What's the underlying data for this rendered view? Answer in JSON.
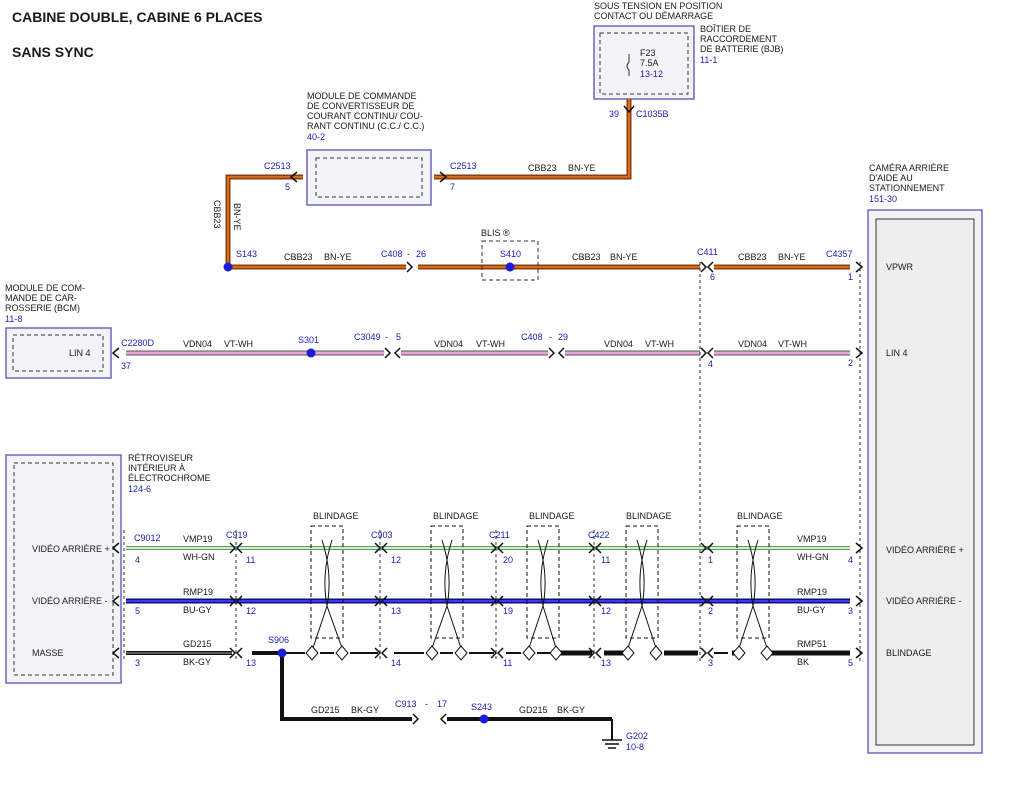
{
  "titles": {
    "line1": "CABINE DOUBLE, CABINE 6  PLACES",
    "line2": "SANS SYNC"
  },
  "bjb": {
    "power_l1": "SOUS TENSION EN POSITION",
    "power_l2": "CONTACT OU DÉMARRAGE",
    "name_l1": "BOÎTIER DE",
    "name_l2": "RACCORDEMENT",
    "name_l3": "DE BATTERIE (BJB)",
    "ref": "11-1",
    "fuse": "F23",
    "rating": "7.5A",
    "fuse_ref": "13-12",
    "pin": "39",
    "connector": "C1035B"
  },
  "dcdc": {
    "l1": "MODULE DE COMMANDE",
    "l2": "DE CONVERTISSEUR DE",
    "l3": "COURANT CONTINU/ COU-",
    "l4": "RANT CONTINU (C.C./ C.C.)",
    "ref": "40-2",
    "left_conn": "C2513",
    "left_pin": "5",
    "right_conn": "C2513",
    "right_pin": "7"
  },
  "bcm": {
    "l1": "MODULE DE COM-",
    "l2": "MANDE DE CAR-",
    "l3": "ROSSERIE (BCM)",
    "ref": "11-8",
    "pin_label": "LIN 4",
    "conn": "C2280D",
    "pin": "37"
  },
  "mirror": {
    "l1": "RÉTROVISEUR",
    "l2": "INTÉRIEUR À",
    "l3": "ÉLECTROCHROME",
    "ref": "124-6",
    "p1": "VIDÉO ARRIÈRE +",
    "p2": "VIDÉO ARRIÈRE -",
    "p3": "MASSE",
    "conn": "C9012",
    "pins": [
      "4",
      "5",
      "3"
    ]
  },
  "camera": {
    "l1": "CAMÉRA ARRIÈRE",
    "l2": "D'AIDE AU",
    "l3": "STATIONNEMENT",
    "ref": "151-30",
    "p_vpwr": "VPWR",
    "p_lin": "LIN 4",
    "p_vplus": "VIDÉO ARRIÈRE +",
    "p_vminus": "VIDÉO ARRIÈRE -",
    "p_shield": "BLINDAGE",
    "conn": "C4357",
    "pins": [
      "1",
      "2",
      "4",
      "3",
      "5"
    ]
  },
  "wires": {
    "cbb23": "CBB23",
    "bnye": "BN-YE",
    "vdn04": "VDN04",
    "vtwh": "VT-WH",
    "vmp19": "VMP19",
    "whgn": "WH-GN",
    "rmp19": "RMP19",
    "bugy": "BU-GY",
    "gd215": "GD215",
    "bkgy": "BK-GY",
    "rmp51": "RMP51",
    "bk": "BK"
  },
  "nodes": {
    "s143": "S143",
    "s410": "S410",
    "blis": "BLIS ®",
    "c408": "C408",
    "c408_p26": "26",
    "c408_p29": "29",
    "c411": "C411",
    "c411_p6": "6",
    "c411_p4": "4",
    "s301": "S301",
    "c3049": "C3049",
    "c3049_p": "5",
    "c919": "C919",
    "c919_pins": [
      "11",
      "12",
      "13"
    ],
    "c903": "C903",
    "c903_pins": [
      "12",
      "13",
      "14"
    ],
    "c211": "C211",
    "c211_pins": [
      "20",
      "19",
      "11"
    ],
    "c422": "C422",
    "c422_pins": [
      "11",
      "12",
      "13"
    ],
    "c411_vid_pins": [
      "1",
      "2",
      "3"
    ],
    "s906": "S906",
    "c913": "C913",
    "c913_p": "17",
    "s243": "S243",
    "g202": "G202",
    "g202_ref": "10-8",
    "shield": "BLINDAGE",
    "dash": "-"
  },
  "colors": {
    "brown": "#8a3c12",
    "orange": "#f07c1a",
    "pink": "#e9a6dc",
    "green": "#5aa05a",
    "blue": "#1a1ad0",
    "black": "#111111",
    "box": "#6868c0",
    "label_blue": "#1c1cb3"
  }
}
